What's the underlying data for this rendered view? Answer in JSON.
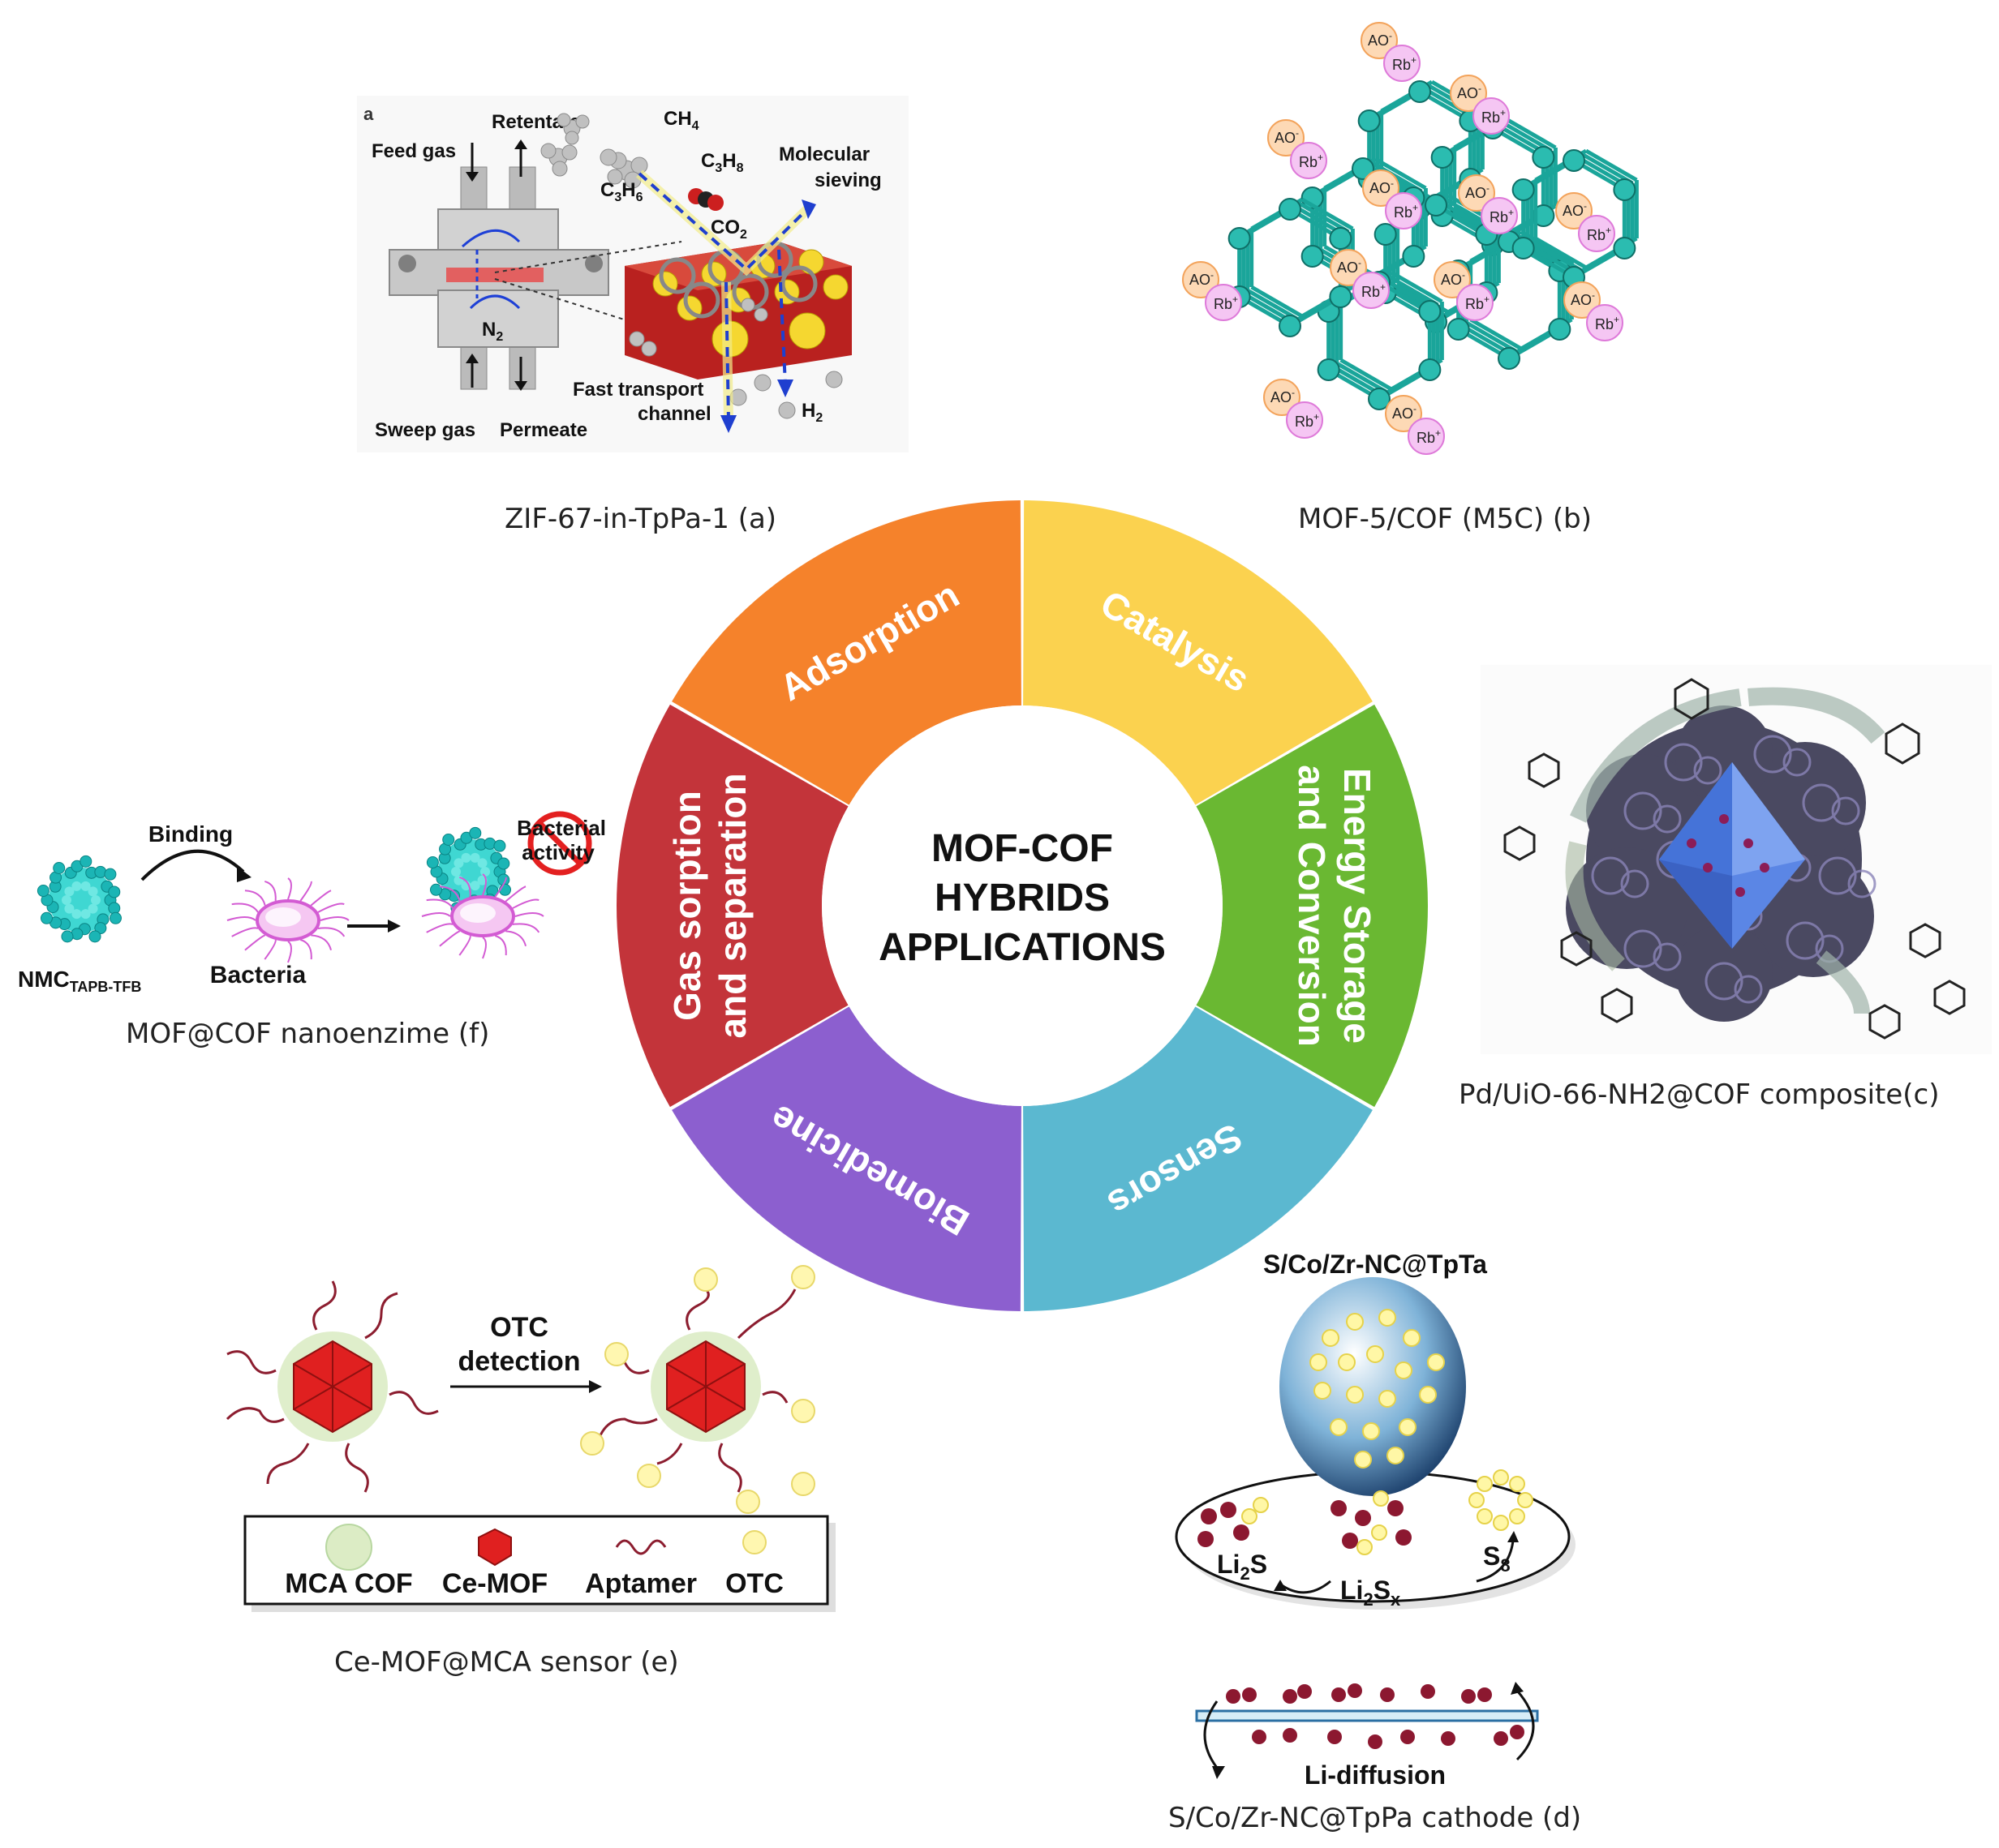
{
  "center": {
    "line1": "MOF-COF",
    "line2": "HYBRIDS",
    "line3": "APPLICATIONS"
  },
  "segments": [
    {
      "id": "gas",
      "line1": "Gas sorption",
      "line2": "and separation",
      "color": "#c3343a"
    },
    {
      "id": "adsorption",
      "line1": "Adsorption",
      "line2": "",
      "color": "#f5822b"
    },
    {
      "id": "catalysis",
      "line1": "Catalysis",
      "line2": "",
      "color": "#fbd24f"
    },
    {
      "id": "energy",
      "line1": "Energy Storage",
      "line2": "and Conversion",
      "color": "#6ab832"
    },
    {
      "id": "sensors",
      "line1": "Sensors",
      "line2": "",
      "color": "#5bb8d0"
    },
    {
      "id": "biomedicine",
      "line1": "Biomedicine",
      "line2": "",
      "color": "#8c5fcf"
    }
  ],
  "captions": {
    "a": "ZIF-67-in-TpPa-1  (a)",
    "b": "MOF-5/COF (M5C) (b)",
    "c": "Pd/UiO-66-NH2@COF composite(c)",
    "d": "S/Co/Zr-NC@TpPa cathode (d)",
    "e": "Ce-MOF@MCA sensor (e)",
    "f": "MOF@COF nanoenzime (f)"
  },
  "panel_a": {
    "corner": "a",
    "feed_gas": "Feed gas",
    "retentate": "Retentate",
    "sweep_gas": "Sweep gas",
    "permeate": "Permeate",
    "n2": "N",
    "n2_sub": "2",
    "ch4": "CH",
    "ch4_sub": "4",
    "c3h8_c": "C",
    "c3h8_3": "3",
    "c3h8_h": "H",
    "c3h8_8": "8",
    "c3h6_c": "C",
    "c3h6_3": "3",
    "c3h6_h": "H",
    "c3h6_6": "6",
    "co2": "CO",
    "co2_sub": "2",
    "sieving_1": "Molecular",
    "sieving_2": "sieving",
    "fast_1": "Fast transport",
    "fast_2": "channel",
    "h2": "H",
    "h2_sub": "2"
  },
  "panel_b": {
    "ao": "AO",
    "ao_sup": "-",
    "rb": "Rb",
    "rb_sup": "+"
  },
  "panel_d": {
    "title": "S/Co/Zr-NC@TpTa",
    "li2s_li": "Li",
    "li2s_2": "2",
    "li2s_s": "S",
    "li2sx_li": "Li",
    "li2sx_2": "2",
    "li2sx_s": "S",
    "li2sx_x": "x",
    "s8_s": "S",
    "s8_8": "8",
    "diffusion": "Li-diffusion"
  },
  "panel_e": {
    "detect_1": "OTC",
    "detect_2": "detection",
    "legend": [
      "MCA COF",
      "Ce-MOF",
      "Aptamer",
      "OTC"
    ]
  },
  "panel_f": {
    "binding": "Binding",
    "nmc": "NMC",
    "nmc_sub": "TAPB-TFB",
    "bacteria": "Bacteria",
    "activity_1": "Bacterial",
    "activity_2": "activity"
  }
}
